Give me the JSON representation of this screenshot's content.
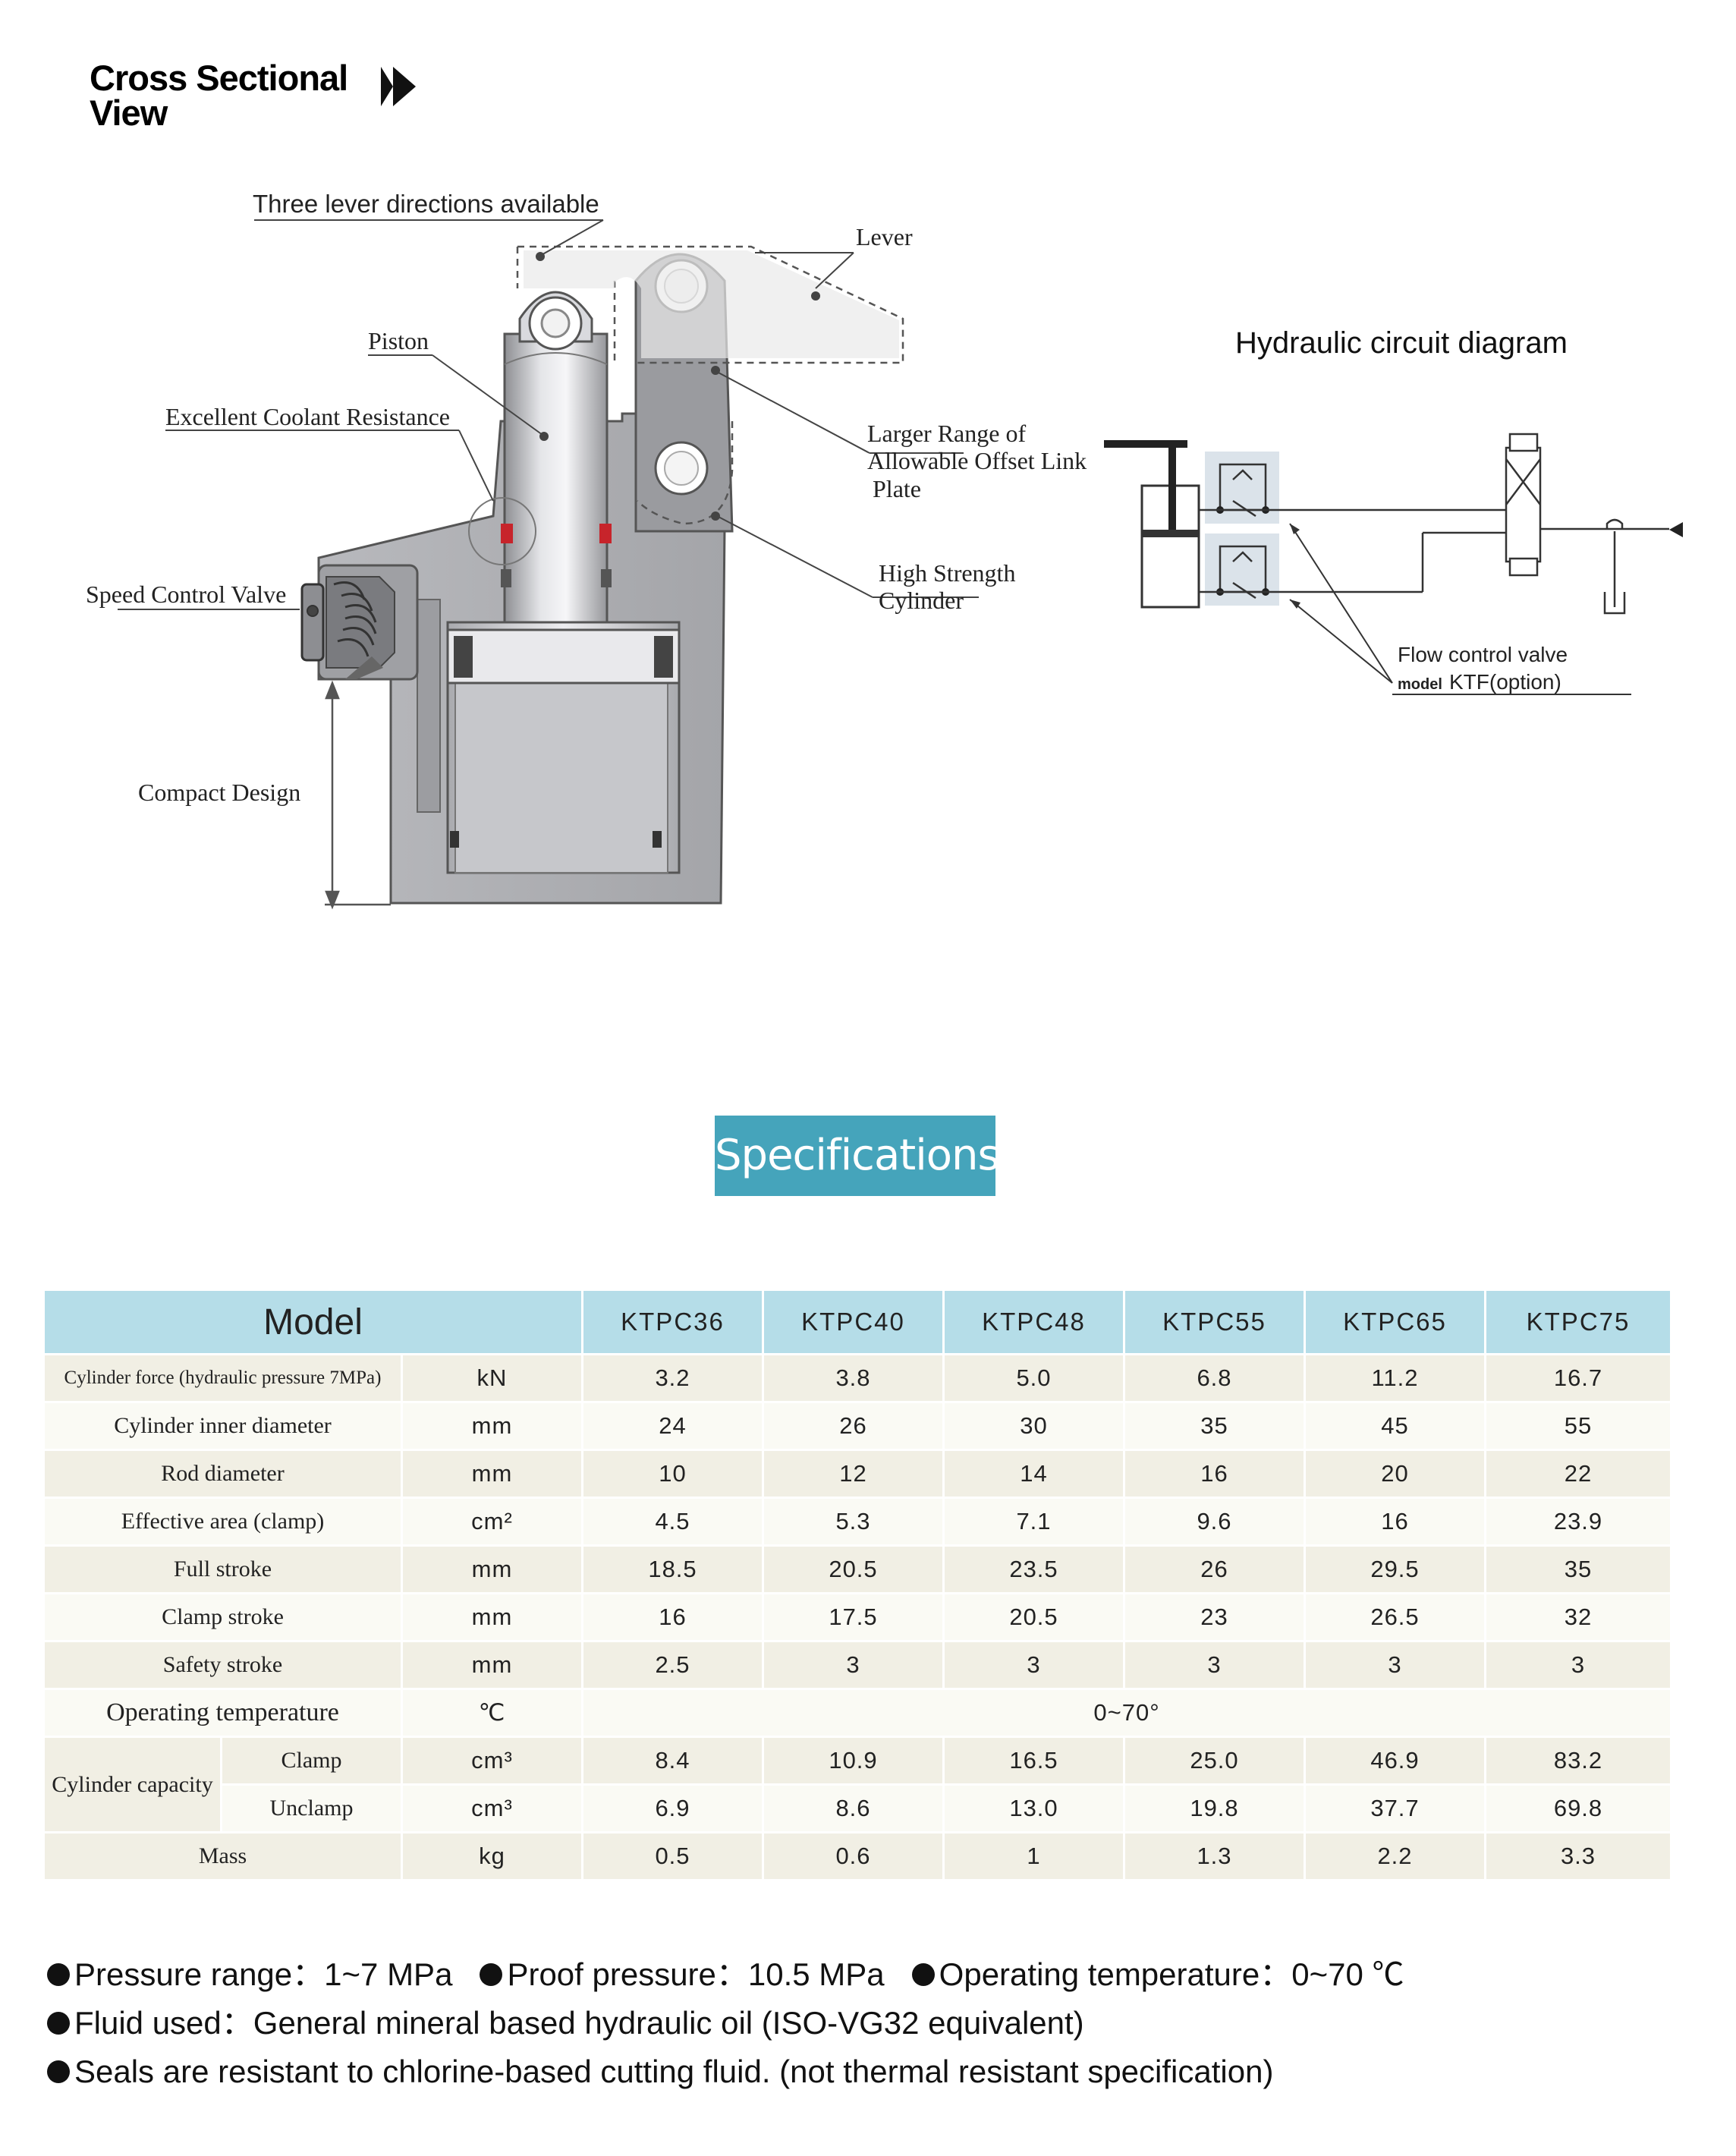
{
  "header": {
    "title_line1": "Cross Sectional",
    "title_line2": "View"
  },
  "cross_section": {
    "labels": {
      "three_lever": "Three lever directions available",
      "lever": "Lever",
      "piston": "Piston",
      "coolant": "Excellent Coolant Resistance",
      "offset_1": "Larger Range of",
      "offset_2": "Allowable Offset Link",
      "offset_3": "Plate",
      "speed": "Speed Control Valve",
      "cylinder_1": "High Strength",
      "cylinder_2": "Cylinder",
      "compact": "Compact Design"
    }
  },
  "hydraulic": {
    "title": "Hydraulic circuit diagram",
    "flow_label": "Flow control valve",
    "model_prefix": "model",
    "model_name": "KTF(option)"
  },
  "specs": {
    "badge": "Specifications",
    "model_header": "Model",
    "models": [
      "KTPC36",
      "KTPC40",
      "KTPC48",
      "KTPC55",
      "KTPC65",
      "KTPC75"
    ],
    "rows": [
      {
        "name": "Cylinder force (hydraulic pressure 7MPa)",
        "unit": "kN",
        "values": [
          "3.2",
          "3.8",
          "5.0",
          "6.8",
          "11.2",
          "16.7"
        ]
      },
      {
        "name": "Cylinder inner diameter",
        "unit": "mm",
        "values": [
          "24",
          "26",
          "30",
          "35",
          "45",
          "55"
        ]
      },
      {
        "name": "Rod diameter",
        "unit": "mm",
        "values": [
          "10",
          "12",
          "14",
          "16",
          "20",
          "22"
        ]
      },
      {
        "name": "Effective area (clamp)",
        "unit": "cm²",
        "values": [
          "4.5",
          "5.3",
          "7.1",
          "9.6",
          "16",
          "23.9"
        ]
      },
      {
        "name": "Full stroke",
        "unit": "mm",
        "values": [
          "18.5",
          "20.5",
          "23.5",
          "26",
          "29.5",
          "35"
        ]
      },
      {
        "name": "Clamp stroke",
        "unit": "mm",
        "values": [
          "16",
          "17.5",
          "20.5",
          "23",
          "26.5",
          "32"
        ]
      },
      {
        "name": "Safety stroke",
        "unit": "mm",
        "values": [
          "2.5",
          "3",
          "3",
          "3",
          "3",
          "3"
        ]
      }
    ],
    "operating_temp": {
      "name": "Operating temperature",
      "unit": "℃",
      "value": "0~70°"
    },
    "capacity": {
      "name": "Cylinder capacity",
      "clamp": {
        "name": "Clamp",
        "unit": "cm³",
        "values": [
          "8.4",
          "10.9",
          "16.5",
          "25.0",
          "46.9",
          "83.2"
        ]
      },
      "unclamp": {
        "name": "Unclamp",
        "unit": "cm³",
        "values": [
          "6.9",
          "8.6",
          "13.0",
          "19.8",
          "37.7",
          "69.8"
        ]
      }
    },
    "mass": {
      "name": "Mass",
      "unit": "kg",
      "values": [
        "0.5",
        "0.6",
        "1",
        "1.3",
        "2.2",
        "3.3"
      ]
    }
  },
  "notes": {
    "pressure": "Pressure range：1~7 MPa",
    "proof": "Proof pressure：10.5 MPa",
    "optemp": "Operating temperature：0~70 ℃",
    "fluid": "Fluid used：General mineral based hydraulic oil (ISO-VG32 equivalent)",
    "seals": "Seals are resistant to chlorine-based cutting fluid. (not thermal resistant specification)"
  }
}
